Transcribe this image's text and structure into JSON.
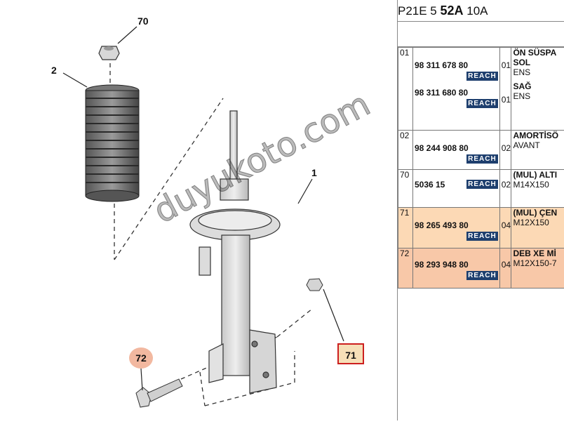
{
  "header": {
    "part_prefix": "P21E 5 ",
    "part_code": "52A",
    "part_suffix": " 10A"
  },
  "callouts": {
    "c70": "70",
    "c2": "2",
    "c1": "1",
    "c72": "72",
    "c71": "71"
  },
  "watermark": "duyukoto.com",
  "reach_label": "REACH",
  "rows": [
    {
      "ref": "01",
      "entries": [
        {
          "part_no": "98 311 678 80",
          "qty": "01",
          "desc": "SOL",
          "sub": "ENS"
        },
        {
          "part_no": "98 311 680 80",
          "qty": "01",
          "desc": "SAĞ",
          "sub": "ENS"
        }
      ],
      "title": "ÖN SÜSPA"
    },
    {
      "ref": "02",
      "part_no": "98 244 908 80",
      "qty": "02",
      "title": "AMORTİSÖ",
      "sub": "AVANT"
    },
    {
      "ref": "70",
      "part_no": "5036 15",
      "qty": "02",
      "title": "(MUL) ALTI",
      "sub": "M14X150"
    },
    {
      "ref": "71",
      "part_no": "98 265 493 80",
      "qty": "04",
      "title": "(MUL) ÇEN",
      "sub": "M12X150"
    },
    {
      "ref": "72",
      "part_no": "98 293 948 80",
      "qty": "04",
      "title": "DEB XE Mİ",
      "sub": "M12X150-7"
    }
  ],
  "colors": {
    "highlight_71": "#fcd9b5",
    "highlight_72": "#f8c8a8",
    "reach_bg": "#1e3f6e",
    "callout_71_border": "#cc1f1f",
    "callout_72_bg": "#f2b8a0"
  }
}
